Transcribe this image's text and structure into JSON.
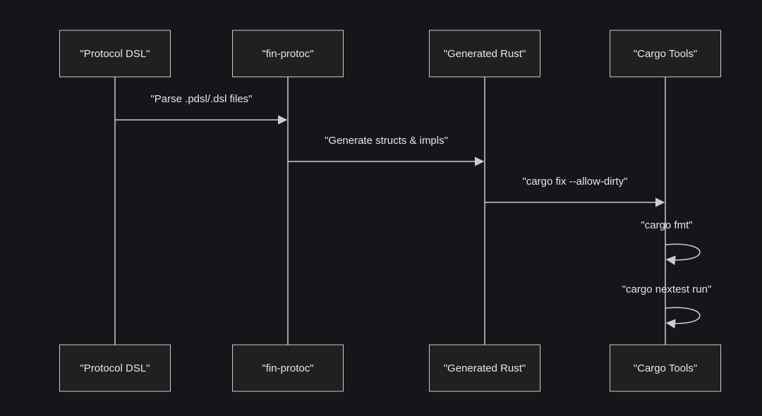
{
  "diagram": {
    "type": "sequence",
    "participants": [
      {
        "id": "dsl",
        "label": "\"Protocol DSL\""
      },
      {
        "id": "protoc",
        "label": "\"fin-protoc\""
      },
      {
        "id": "rust",
        "label": "\"Generated Rust\""
      },
      {
        "id": "cargo",
        "label": "\"Cargo Tools\""
      }
    ],
    "messages": [
      {
        "from": "dsl",
        "to": "protoc",
        "label": "\"Parse .pdsl/.dsl files\""
      },
      {
        "from": "protoc",
        "to": "rust",
        "label": "\"Generate structs & impls\""
      },
      {
        "from": "rust",
        "to": "cargo",
        "label": "\"cargo fix --allow-dirty\""
      },
      {
        "from": "cargo",
        "to": "cargo",
        "label": "\"cargo fmt\""
      },
      {
        "from": "cargo",
        "to": "cargo",
        "label": "\"cargo nextest run\""
      }
    ],
    "colors": {
      "background": "#141619",
      "box_fill": "#1f2020",
      "box_stroke": "#cccccc",
      "line": "#cccccc",
      "text": "#e6e6e6"
    }
  }
}
